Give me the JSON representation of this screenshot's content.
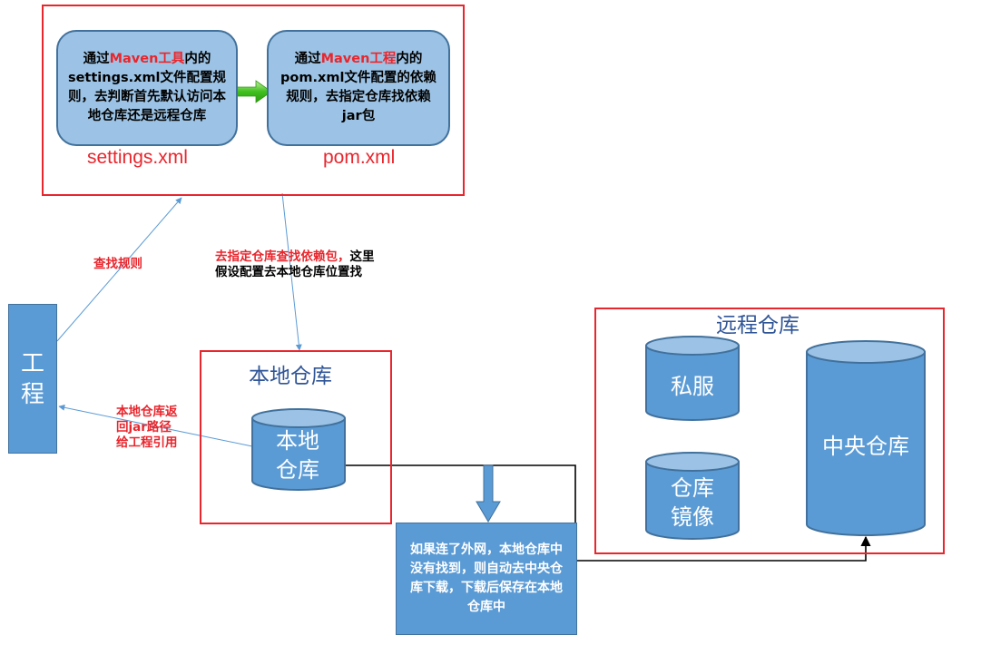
{
  "settings_box": {
    "line1_pre": "通过",
    "line1_red": "Maven工具",
    "line1_post": "内的",
    "rest": "settings.xml文件配置规则，去判断首先默认访问本地仓库还是远程仓库",
    "label": "settings.xml"
  },
  "pom_box": {
    "line1_pre": "通过",
    "line1_red": "Maven工程",
    "line1_post": "内的",
    "rest": "pom.xml文件配置的依赖规则，去指定仓库找依赖jar包",
    "label": "pom.xml"
  },
  "project": {
    "label": "工程"
  },
  "notes": {
    "find_rules": "查找规则",
    "goto_repo_red": "去指定仓库查找依赖包，",
    "goto_repo_black": "这里假设配置去本地仓库位置找",
    "return_path": "本地仓库返回jar路径给工程引用"
  },
  "local_repo": {
    "title": "本地仓库",
    "cylinder": "本地仓库"
  },
  "remote_repo": {
    "title": "远程仓库",
    "private": "私服",
    "mirror": "仓库镜像",
    "central": "中央仓库"
  },
  "download_box": {
    "text": "如果连了外网，本地仓库中没有找到，则自动去中央仓库下载，下载后保存在本地仓库中"
  },
  "colors": {
    "red": "#e8262d",
    "blue_fill": "#5b9bd5",
    "light_blue": "#9cc3e5",
    "title_blue": "#2f5597"
  }
}
